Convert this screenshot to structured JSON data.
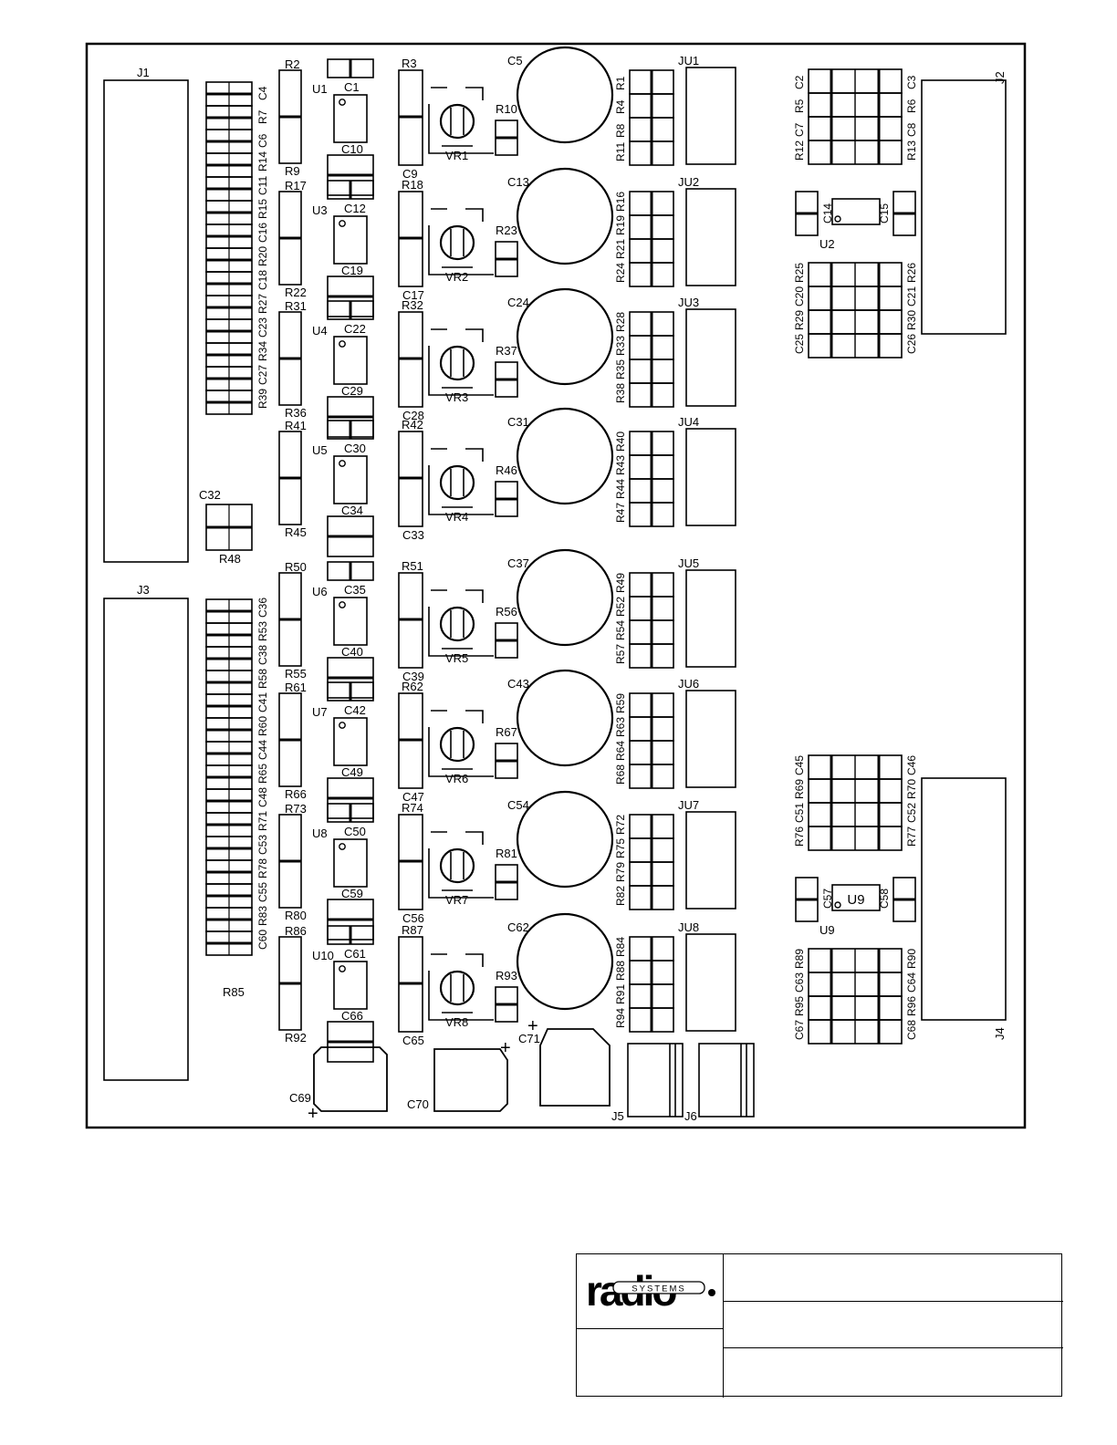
{
  "title_block": {
    "logo_text": "radio",
    "logo_subtext": "SYSTEMS"
  },
  "board": {
    "connectors": [
      "J1",
      "J2",
      "J3",
      "J4",
      "J5",
      "J6"
    ],
    "left_column_top": [
      "C4",
      "R7",
      "C6",
      "R14",
      "C11",
      "R15",
      "C16",
      "R20",
      "C18",
      "R27",
      "C23",
      "R34",
      "C27",
      "R39"
    ],
    "left_column_bottom": [
      "C36",
      "R53",
      "C38",
      "R58",
      "C41",
      "R60",
      "C44",
      "R65",
      "C48",
      "R71",
      "C53",
      "R78",
      "C55",
      "R83",
      "C60"
    ],
    "left_single": [
      "C32",
      "R48",
      "R85"
    ],
    "channels": [
      {
        "top_r": "R2",
        "bot_r": "R9",
        "u": "U1",
        "c_top": "C1",
        "c_bot": "C10",
        "r_top": "R3",
        "c_left": "C9",
        "vr": "VR1",
        "r_right": "R10",
        "cap": "C5",
        "rs": [
          "R1",
          "R4",
          "R8",
          "R11"
        ],
        "ju": "JU1"
      },
      {
        "top_r": "R17",
        "bot_r": "R22",
        "u": "U3",
        "c_top": "C12",
        "c_bot": "C19",
        "r_top": "R18",
        "c_left": "C17",
        "vr": "VR2",
        "r_right": "R23",
        "cap": "C13",
        "rs": [
          "R16",
          "R19",
          "R21",
          "R24"
        ],
        "ju": "JU2"
      },
      {
        "top_r": "R31",
        "bot_r": "R36",
        "u": "U4",
        "c_top": "C22",
        "c_bot": "C29",
        "r_top": "R32",
        "c_left": "C28",
        "vr": "VR3",
        "r_right": "R37",
        "cap": "C24",
        "rs": [
          "R28",
          "R33",
          "R35",
          "R38"
        ],
        "ju": "JU3"
      },
      {
        "top_r": "R41",
        "bot_r": "R45",
        "u": "U5",
        "c_top": "C30",
        "c_bot": "C34",
        "r_top": "R42",
        "c_left": "C33",
        "vr": "VR4",
        "r_right": "R46",
        "cap": "C31",
        "rs": [
          "R40",
          "R43",
          "R44",
          "R47"
        ],
        "ju": "JU4"
      },
      {
        "top_r": "R50",
        "bot_r": "R55",
        "u": "U6",
        "c_top": "C35",
        "c_bot": "C40",
        "r_top": "R51",
        "c_left": "C39",
        "vr": "VR5",
        "r_right": "R56",
        "cap": "C37",
        "rs": [
          "R49",
          "R52",
          "R54",
          "R57"
        ],
        "ju": "JU5"
      },
      {
        "top_r": "R61",
        "bot_r": "R66",
        "u": "U7",
        "c_top": "C42",
        "c_bot": "C49",
        "r_top": "R62",
        "c_left": "C47",
        "vr": "VR6",
        "r_right": "R67",
        "cap": "C43",
        "rs": [
          "R59",
          "R63",
          "R64",
          "R68"
        ],
        "ju": "JU6"
      },
      {
        "top_r": "R73",
        "bot_r": "R80",
        "u": "U8",
        "c_top": "C50",
        "c_bot": "C59",
        "r_top": "R74",
        "c_left": "C56",
        "vr": "VR7",
        "r_right": "R81",
        "cap": "C54",
        "rs": [
          "R72",
          "R75",
          "R79",
          "R82"
        ],
        "ju": "JU7"
      },
      {
        "top_r": "R86",
        "bot_r": "R92",
        "u": "U10",
        "c_top": "C61",
        "c_bot": "C66",
        "r_top": "R87",
        "c_left": "C65",
        "vr": "VR8",
        "r_right": "R93",
        "cap": "C62",
        "rs": [
          "R84",
          "R88",
          "R91",
          "R94"
        ],
        "ju": "JU8"
      }
    ],
    "right_top": {
      "row1": [
        "C2",
        "R5",
        "R6",
        "C3"
      ],
      "row_labels_left": [
        "C2",
        "R5",
        "C7",
        "R12"
      ],
      "row_labels_right": [
        "C3",
        "R6",
        "C8",
        "R13"
      ],
      "u2_caps": [
        "C14",
        "C15"
      ],
      "u2": "U2",
      "bank_left": [
        "R25",
        "C20",
        "R29",
        "C25"
      ],
      "bank_right": [
        "R26",
        "C21",
        "R30",
        "C26"
      ]
    },
    "right_bottom": {
      "top_left": [
        "C45",
        "R69",
        "C51",
        "R76"
      ],
      "top_right": [
        "C46",
        "R70",
        "C52",
        "R77"
      ],
      "u9_caps": [
        "C57",
        "C58"
      ],
      "u9": "U9",
      "bank_left": [
        "R89",
        "C63",
        "R95",
        "C67"
      ],
      "bank_right": [
        "R90",
        "C64",
        "R96",
        "C68"
      ]
    },
    "bottom_caps": [
      "C69",
      "C70",
      "C71"
    ],
    "plus": "+"
  }
}
